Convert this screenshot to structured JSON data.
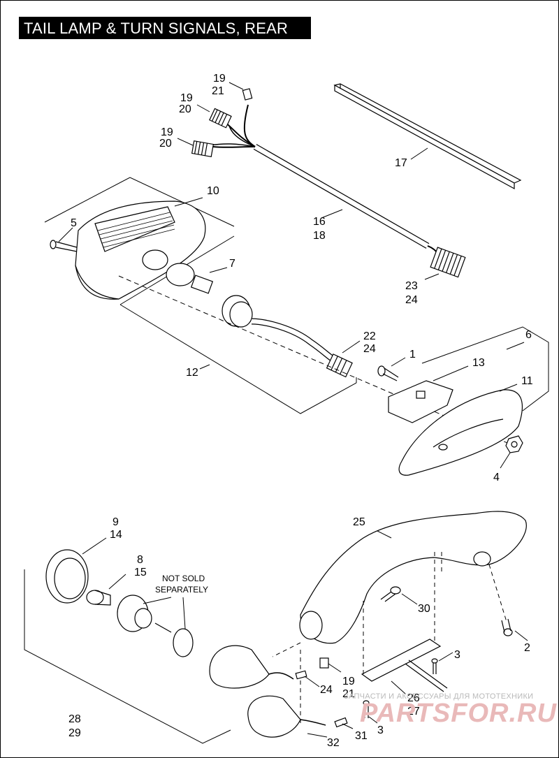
{
  "title": "TAIL LAMP & TURN SIGNALS, REAR",
  "note": {
    "line1": "NOT SOLD",
    "line2": "SEPARATELY"
  },
  "watermark": {
    "small": "ЗАПЧАСТИ И АКСЕССУАРЫ ДЛЯ МОТОТЕХНИКИ",
    "big": "PARTSFOR.RU"
  },
  "callouts": {
    "c19a": "19",
    "c21a": "21",
    "c19b": "19",
    "c20b": "20",
    "c19c": "19",
    "c20c": "20",
    "c17": "17",
    "c10": "10",
    "c5": "5",
    "c16": "16",
    "c18": "18",
    "c7": "7",
    "c23": "23",
    "c24a": "24",
    "c6": "6",
    "c22": "22",
    "c24b": "24",
    "c1": "1",
    "c13": "13",
    "c12": "12",
    "c11": "11",
    "c4": "4",
    "c9": "9",
    "c14": "14",
    "c25": "25",
    "c8": "8",
    "c15": "15",
    "c30": "30",
    "c2": "2",
    "c3a": "3",
    "c19d": "19",
    "c21d": "21",
    "c24c": "24",
    "c26": "26",
    "c27": "27",
    "c28": "28",
    "c29": "29",
    "c31": "31",
    "c3b": "3",
    "c32": "32"
  }
}
